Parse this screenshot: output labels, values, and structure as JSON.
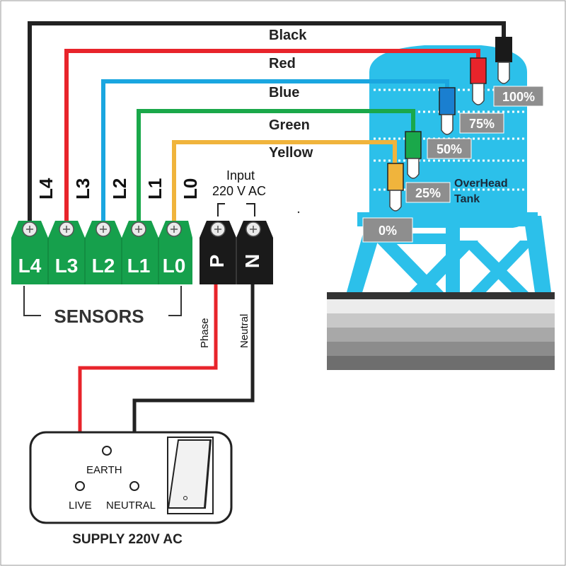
{
  "wires": {
    "black": "Black",
    "red": "Red",
    "blue": "Blue",
    "green": "Green",
    "yellow": "Yellow"
  },
  "level_lines": [
    "L4",
    "L3",
    "L2",
    "L1",
    "L0"
  ],
  "sensor_terminals": [
    "L4",
    "L3",
    "L2",
    "L1",
    "L0"
  ],
  "sensors_label": "SENSORS",
  "input_label_1": "Input",
  "input_label_2": "220 V AC",
  "power_terminals": {
    "phase": "P",
    "neutral": "N"
  },
  "wire_labels": {
    "phase": "Phase",
    "neutral": "Neutral"
  },
  "tank_levels": [
    "100%",
    "75%",
    "50%",
    "25%",
    "0%"
  ],
  "tank_label_1": "OverHead",
  "tank_label_2": "Tank",
  "socket": {
    "earth": "EARTH",
    "live": "LIVE",
    "neutral": "NEUTRAL"
  },
  "supply_label": "SUPPLY 220V AC",
  "colors": {
    "black": "#222222",
    "red": "#e8242b",
    "blue": "#1aa6e0",
    "green": "#1aa84a",
    "yellow": "#f0b43c",
    "terminal_green": "#16a04c",
    "terminal_black": "#1a1a1a",
    "tank": "#2cc0ea"
  }
}
